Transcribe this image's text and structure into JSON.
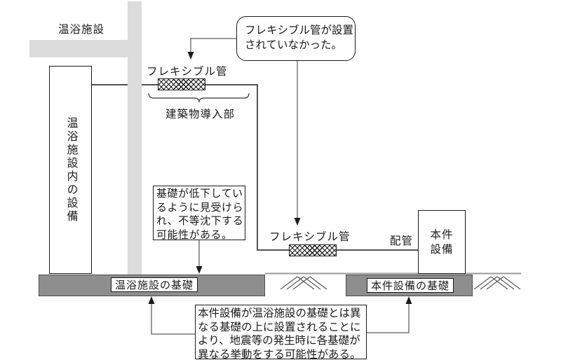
{
  "diagram": {
    "title_label": "温浴施設",
    "equipment_box": "温浴施設内の設備",
    "flexible_pipe_label_top": "フレキシブル管",
    "flexible_pipe_label_bottom": "フレキシブル管",
    "building_entry_label": "建築物導入部",
    "piping_label": "配管",
    "subject_equipment_box": "本件\n設備",
    "facility_foundation_label": "温浴施設の基礎",
    "equipment_foundation_label": "本件設備の基礎",
    "callout_no_flex": "フレキシブル管が設置\nされていなかった。",
    "callout_settlement": "基礎が低下してい\nるように見受けら\nれ、不等沈下する\n可能性がある。",
    "callout_foundation": "本件設備が温浴施設の基礎とは異\nなる基礎の上に設置されることに\nより、地震等の発生時に各基礎が\n異なる挙動をする可能性がある。"
  },
  "colors": {
    "wall_gray": "#dcdcdc",
    "foundation_gray": "#8e8e8e",
    "line_black": "#1a1a1a",
    "ground_gray": "#999999"
  }
}
